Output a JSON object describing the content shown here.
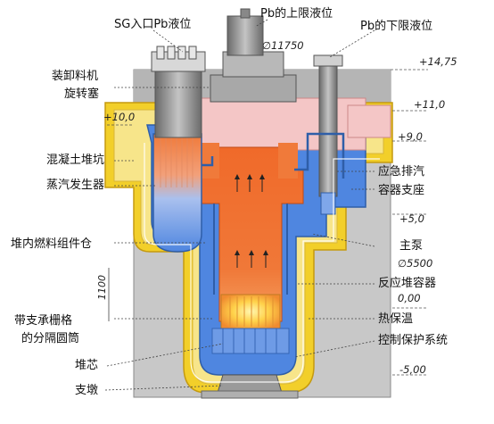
{
  "top_labels": {
    "sg_inlet_level": "SG入口Pb液位",
    "pb_upper_level": "Pb的上限液位",
    "pb_lower_level": "Pb的下限液位",
    "dim_11750": "∅11750"
  },
  "left_labels": {
    "refueling_machine_1": "装卸料机",
    "refueling_machine_2": "旋转塞",
    "concrete_pit": "混凝土堆坑",
    "steam_generator": "蒸汽发生器",
    "fuel_storage": "堆内燃料组件仓",
    "dim_1100": "1100",
    "separation_shell_1": "带支承栅格",
    "separation_shell_2": "的分隔圆筒",
    "core": "堆芯",
    "support": "支墩"
  },
  "right_labels": {
    "emergency_vent_1": "应急排汽",
    "emergency_vent_2": "容器支座",
    "main_pump": "主泵",
    "dim_5500": "∅5500",
    "reactor_vessel": "反应堆容器",
    "thermal_insulation": "热保温",
    "control_protection": "控制保护系统"
  },
  "elevations": {
    "e1475": "+14,75",
    "e110": "+11,0",
    "e100": "+10,0",
    "e90": "+9,0",
    "e50": "+5,0",
    "e000": "0,00",
    "e_500": "-5,00"
  },
  "colors": {
    "concrete": "#c9c9c9",
    "concrete_dark": "#9a9a9a",
    "insulation_yellow": "#f2cf2a",
    "insulation_light": "#f7e58a",
    "lead_hot": "#f26a2a",
    "lead_hot_light": "#f79a52",
    "lead_cold": "#5b8fe0",
    "lead_cold_light": "#b8cdf5",
    "gas_pink": "#f4c6c6",
    "steel": "#8e8e8e",
    "steel_dark": "#5a5a5a"
  }
}
